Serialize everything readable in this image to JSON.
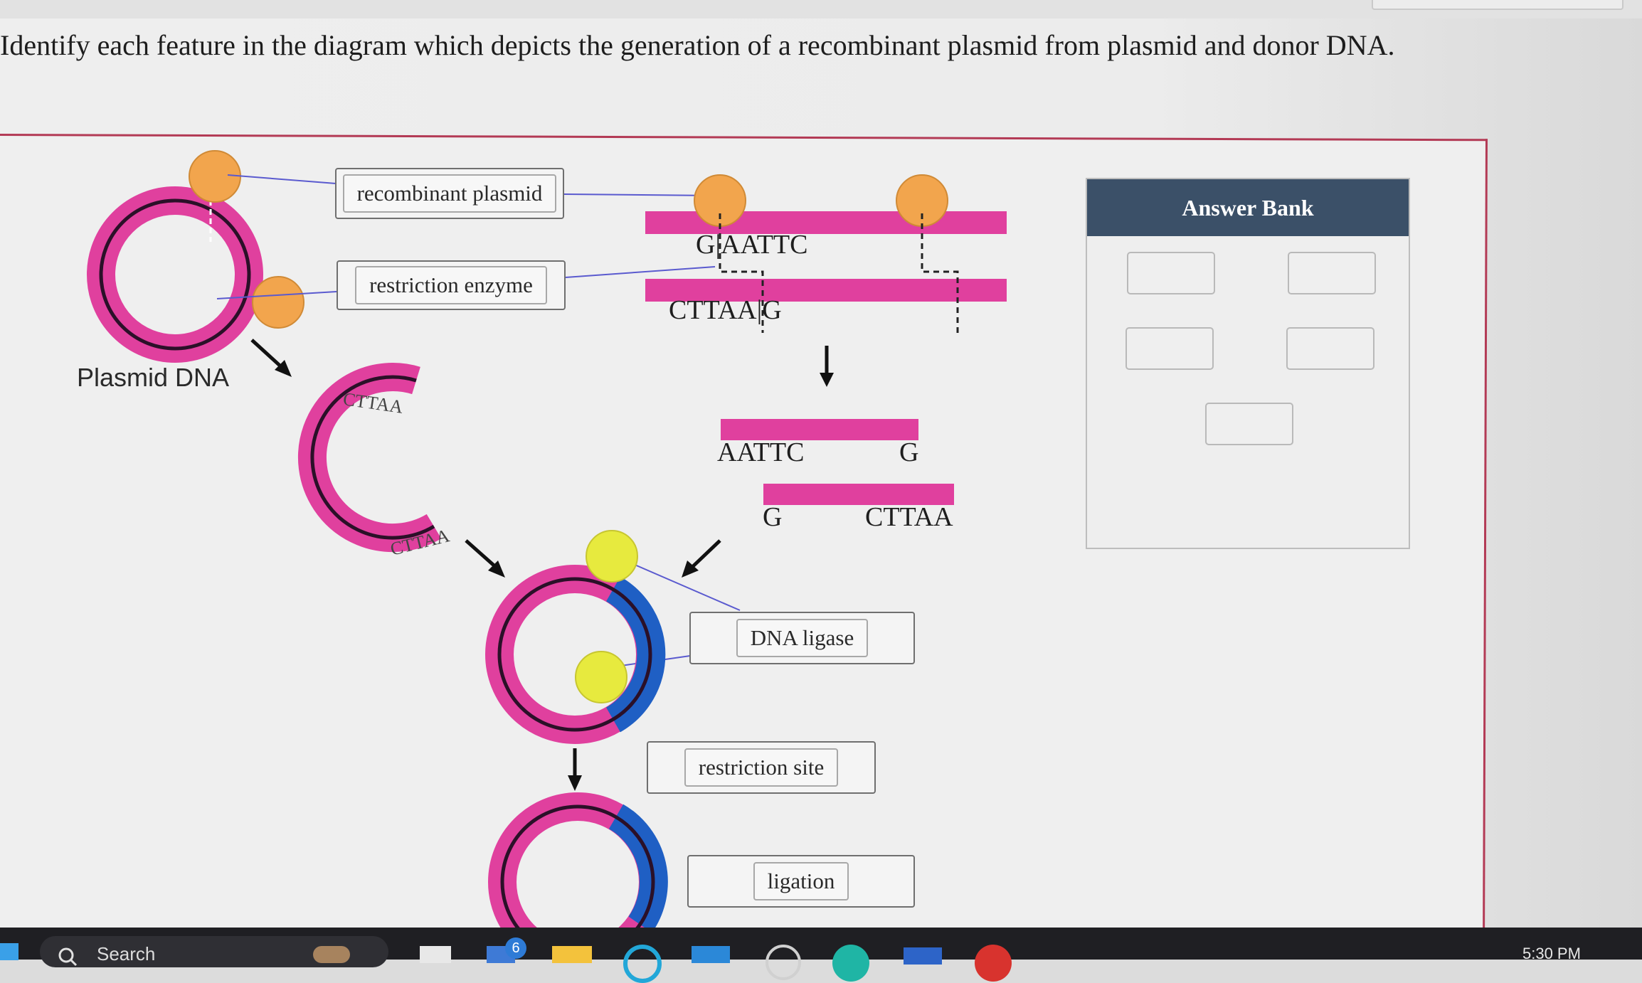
{
  "question": "Identify each feature in the diagram which depicts the generation of a recombinant plasmid from plasmid and donor DNA.",
  "plasmid_label": "Plasmid DNA",
  "labels": {
    "recombinant_plasmid": "recombinant plasmid",
    "restriction_enzyme": "restriction enzyme",
    "dna_ligase": "DNA ligase",
    "restriction_site": "restriction site",
    "ligation": "ligation"
  },
  "sequences": {
    "top_strand": "G|AATTC",
    "bottom_strand": "CTTAA|G",
    "cut_top_left": "AATTC",
    "cut_top_right": "G",
    "cut_bottom_left": "G",
    "cut_bottom_right": "CTTAA",
    "open_plasmid_top": "CTTAA",
    "open_plasmid_bottom": "CTTAA"
  },
  "answer_bank": {
    "title": "Answer Bank",
    "slot_count": 5
  },
  "taskbar": {
    "search_text": "Search",
    "badge": "6",
    "clock": "5:30 PM"
  },
  "colors": {
    "dna_pink": "#e0409e",
    "insert_blue": "#1f5fc4",
    "enzyme_orange": "#f2a54d",
    "ligase_yellow": "#e7ea3e",
    "header_blue": "#3b5068",
    "border_red": "#b33a55"
  }
}
